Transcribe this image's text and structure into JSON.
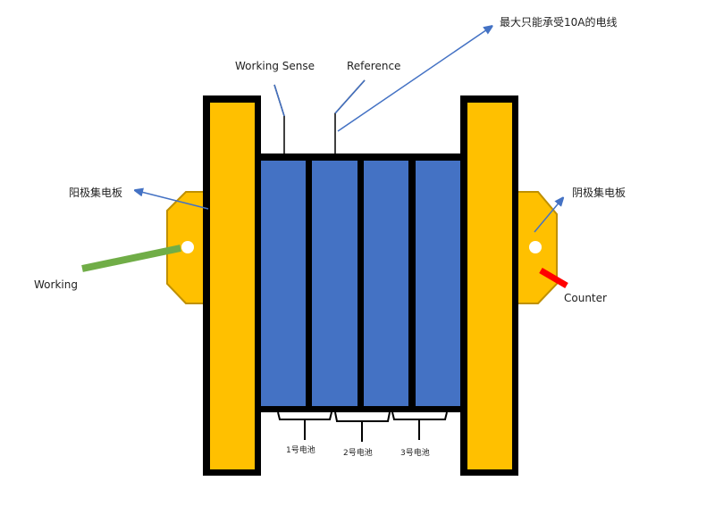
{
  "labels": {
    "max_current": "最大只能承受10A的电线",
    "working_sense": "Working Sense",
    "reference": "Reference",
    "anode_plate": "阳极集电板",
    "cathode_plate": "阴极集电板",
    "working": "Working",
    "counter": "Counter",
    "cell1": "1号电池",
    "cell2": "2号电池",
    "cell3": "3号电池"
  },
  "colors": {
    "plate": "#FFC000",
    "plate_border": "#BF9000",
    "cell": "#4472C4",
    "arrow": "#4472C4",
    "working_lead": "#70AD47",
    "counter_lead": "#FF0000"
  }
}
